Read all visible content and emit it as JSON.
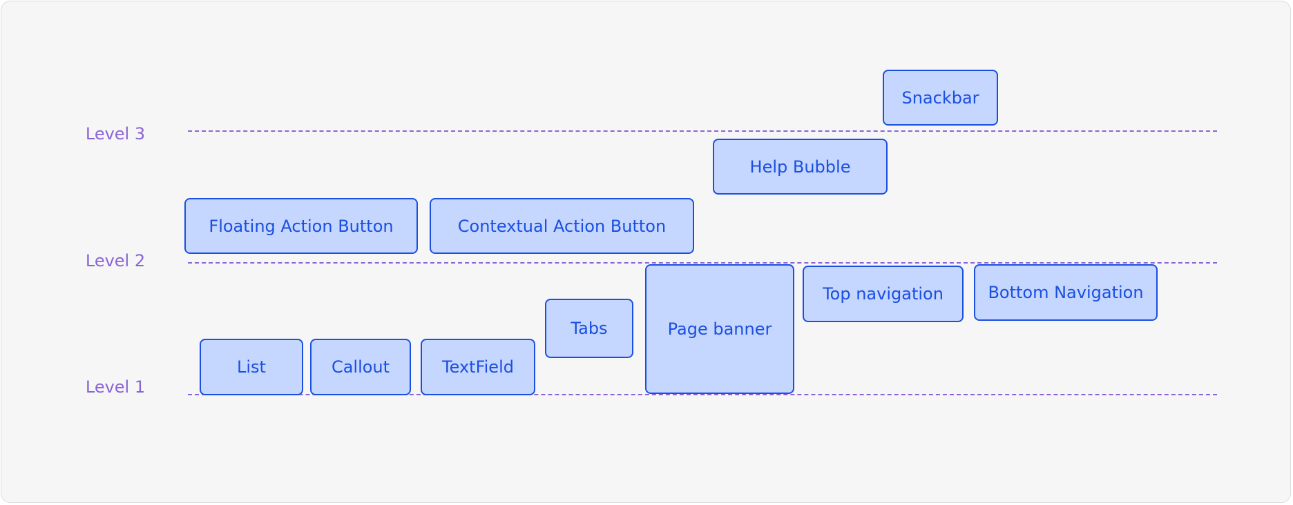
{
  "levels": {
    "level3": "Level 3",
    "level2": "Level 2",
    "level1": "Level 1"
  },
  "components": {
    "snackbar": "Snackbar",
    "help_bubble": "Help Bubble",
    "floating_action_button": "Floating Action Button",
    "contextual_action_button": "Contextual Action Button",
    "page_banner": "Page banner",
    "top_navigation": "Top navigation",
    "bottom_navigation": "Bottom Navigation",
    "tabs": "Tabs",
    "list": "List",
    "callout": "Callout",
    "textfield": "TextField"
  },
  "colors": {
    "level_accent": "#8a64d6",
    "box_fill": "#c5d6ff",
    "box_stroke": "#1a4fe0",
    "background": "#f6f6f6"
  }
}
